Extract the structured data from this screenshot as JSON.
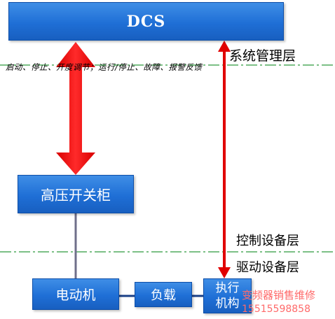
{
  "diagram": {
    "dcs_label": "DCS",
    "switchgear_label": "高压开关柜",
    "motor_label": "电动机",
    "load_label": "负载",
    "actuator_line1": "执行",
    "actuator_line2": "机构",
    "system_layer": "系统管理层",
    "control_layer": "控制设备层",
    "drive_layer": "驱动设备层",
    "signals_text": "启动、停止、开度调节；运行/停止、故障、报警反馈"
  },
  "watermark": {
    "line1": "变频器销售维修",
    "line2": "15515598858"
  },
  "colors": {
    "box_blue": "#1f6fd6",
    "arrow_red": "#ff0000",
    "divider_green": "#2e9a3e",
    "connector_gray": "#6f6f8a"
  }
}
